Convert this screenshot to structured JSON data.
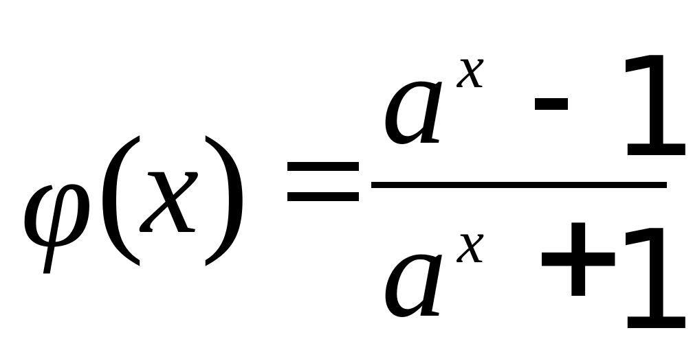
{
  "formula": {
    "lhs": {
      "function_symbol": "φ",
      "open_paren": "(",
      "variable": "x",
      "close_paren": ")"
    },
    "equals": "=",
    "numerator": {
      "base": "a",
      "exponent": "x",
      "operator": "-",
      "constant": "1"
    },
    "denominator": {
      "base": "a",
      "exponent": "x",
      "operator": "+",
      "constant": "1"
    }
  }
}
